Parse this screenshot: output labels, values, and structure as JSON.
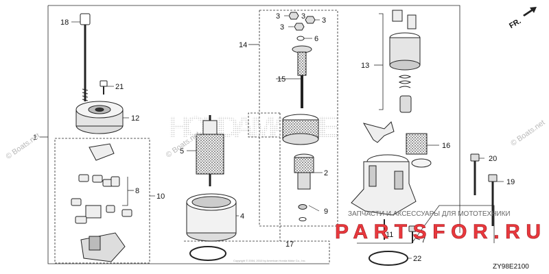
{
  "front_marker": "FR.",
  "diagram_code": "ZY98E2100",
  "watermarks": [
    "© Boats.net",
    "© Boats.net",
    "© Boats.net"
  ],
  "copyright_line": "Copyright © 2004, 2010 by American Honda Motor Co., Inc.",
  "parts_stamp": {
    "tagline": "ЗАПЧАСТИ И АКСЕССУАРЫ ДЛЯ МОТОТЕХНИКИ",
    "brand": "PARTSFOR.RU"
  },
  "background_lettering": "HONDA MARINE",
  "callouts": {
    "n1": "1",
    "n2": "2",
    "n3a": "3",
    "n3b": "3",
    "n3c": "3",
    "n3d": "3",
    "n4": "4",
    "n5": "5",
    "n6": "6",
    "n7": "7",
    "n8": "8",
    "n9": "9",
    "n10": "10",
    "n11": "11",
    "n12": "12",
    "n13": "13",
    "n14": "14",
    "n15": "15",
    "n16": "16",
    "n17": "17",
    "n18": "18",
    "n19": "19",
    "n20": "20",
    "n21": "21",
    "n22": "22"
  },
  "colors": {
    "line": "#222222",
    "stamp_red": "#e8383d",
    "watermark": "#b8b8b8"
  }
}
